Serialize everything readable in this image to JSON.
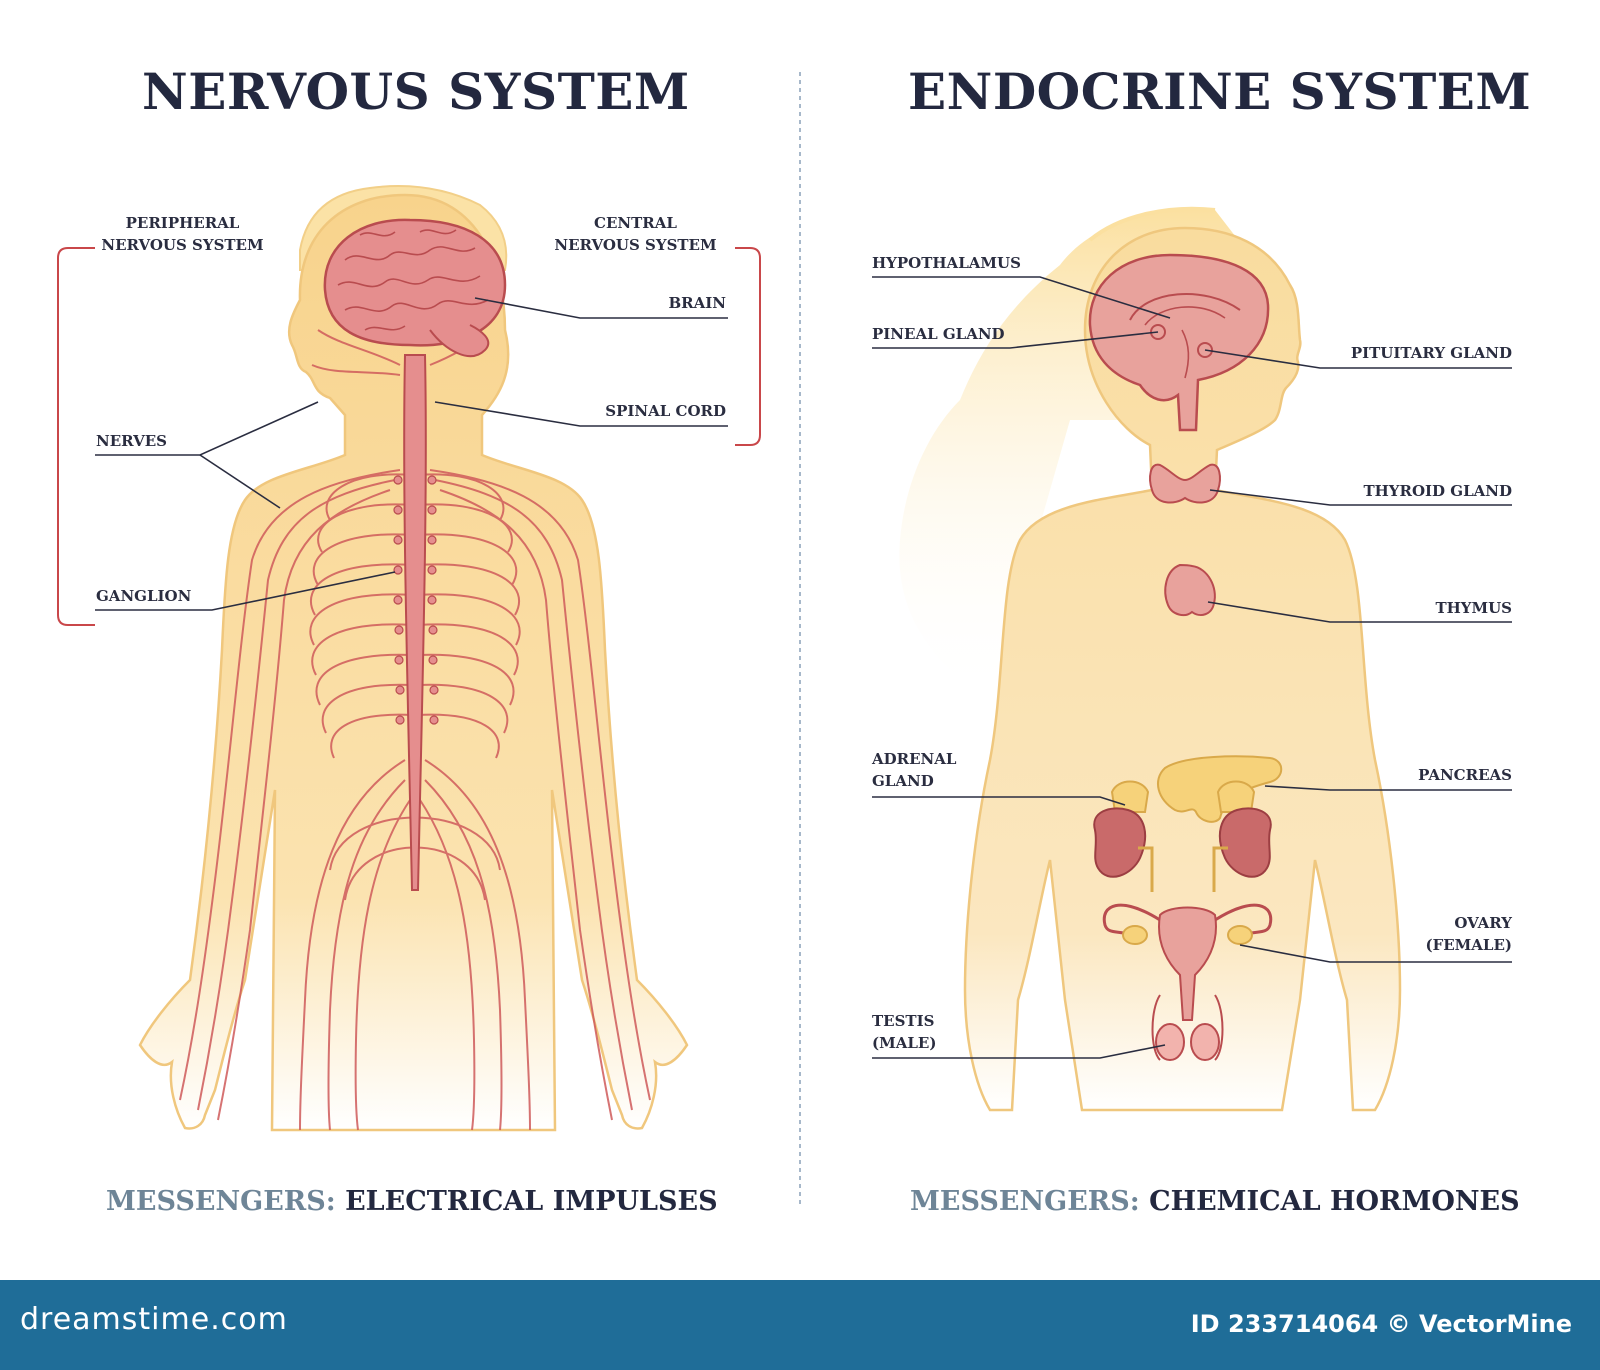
{
  "nervous": {
    "title": "NERVOUS SYSTEM",
    "labels": {
      "peripheral_line1": "PERIPHERAL",
      "peripheral_line2": "NERVOUS SYSTEM",
      "central_line1": "CENTRAL",
      "central_line2": "NERVOUS SYSTEM",
      "brain": "BRAIN",
      "spinal_cord": "SPINAL CORD",
      "nerves": "NERVES",
      "ganglion": "GANGLION"
    },
    "messengers_key": "MESSENGERS:",
    "messengers_value": "ELECTRICAL IMPULSES"
  },
  "endocrine": {
    "title": "ENDOCRINE SYSTEM",
    "labels": {
      "hypothalamus": "HYPOTHALAMUS",
      "pineal_gland": "PINEAL GLAND",
      "pituitary_gland": "PITUITARY GLAND",
      "thyroid_gland": "THYROID GLAND",
      "thymus": "THYMUS",
      "adrenal_line1": "ADRENAL",
      "adrenal_line2": "GLAND",
      "pancreas": "PANCREAS",
      "ovary_line1": "OVARY",
      "ovary_line2": "(FEMALE)",
      "testis_line1": "TESTIS",
      "testis_line2": "(MALE)"
    },
    "messengers_key": "MESSENGERS:",
    "messengers_value": "CHEMICAL HORMONES"
  },
  "footer": {
    "logo": "dreamstime.com",
    "image_id": "ID 233714064 © VectorMine"
  },
  "colors": {
    "title_text": "#23283f",
    "messengers_key": "#6e8597",
    "skin": "#f8d38c",
    "skin_light": "#fbe7bd",
    "nerve": "#cf5b5b",
    "brain": "#e58e8e",
    "bracket": "#c9474a",
    "footer_bg": "#1f6d98"
  }
}
